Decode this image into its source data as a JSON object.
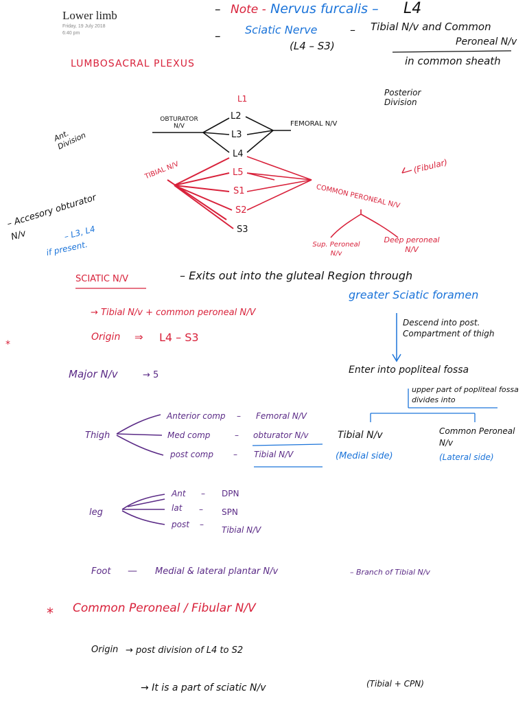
{
  "header": {
    "title": "Lower limb",
    "date": "Friday, 19 July 2018",
    "time": "6:40 pm"
  },
  "note_top": {
    "dash1": "–",
    "note_label": "Note -",
    "nervus": "Nervus furcalis –",
    "nervus_root": "L4",
    "dash2": "–",
    "sciatic_nerve": "Sciatic Nerve",
    "sciatic_dash": "–",
    "sciatic_roots": "(L4 – S3)",
    "tibial_and_common": "Tibial N/v and Common",
    "peroneal": "Peroneal N/v",
    "common_sheath": "in common sheath"
  },
  "plexus": {
    "heading": "LUMBOSACRAL PLEXUS",
    "posterior_division": "Posterior Division",
    "anterior_division": "Ant. Division",
    "roots": [
      "L1",
      "L2",
      "L3",
      "L4",
      "L5",
      "S1",
      "S2",
      "S3"
    ],
    "obturator": "OBTURATOR N/V",
    "femoral": "FEMORAL N/V",
    "tibial": "TIBIAL N/V",
    "common_peroneal": "COMMON PERONEAL N/V",
    "fibular": "(Fibular)",
    "superficial_peroneal": "Sup. Peroneal N/v",
    "deep_peroneal": "Deep peroneal N/V",
    "accessory": "– Accesory obturator N/v",
    "accessory_roots": "– L3, L4",
    "if_present": "if present."
  },
  "sciatic": {
    "heading": "SCIATIC N/V",
    "exits": "– Exits out into the gluteal Region through",
    "foramen": "greater Sciatic foramen",
    "components": "→ Tibial N/v + common peroneal N/V",
    "origin_label": "Origin",
    "origin_arrow": "⇒",
    "origin_value": "L4 – S3",
    "descend": "Descend into post. Compartment of thigh",
    "popliteal": "Enter into popliteal fossa",
    "upper_part": "upper part of popliteal fossa divides into",
    "tibial_branch": "Tibial N/v",
    "tibial_side": "(Medial side)",
    "common_branch": "Common Peroneal N/v",
    "common_side": "(Lateral side)",
    "star": "*"
  },
  "major": {
    "label": "Major N/v",
    "arrow_count": "→ 5"
  },
  "thigh": {
    "label": "Thigh",
    "rows": [
      {
        "comp": "Anterior comp",
        "dash": "–",
        "nerve": "Femoral N/V"
      },
      {
        "comp": "Med comp",
        "dash": "–",
        "nerve": "obturator N/v"
      },
      {
        "comp": "post comp",
        "dash": "–",
        "nerve": "Tibial N/V"
      }
    ]
  },
  "leg": {
    "label": "leg",
    "rows": [
      {
        "comp": "Ant",
        "dash": "–",
        "nerve": "DPN"
      },
      {
        "comp": "lat",
        "dash": "–",
        "nerve": "SPN"
      },
      {
        "comp": "post",
        "dash": "–",
        "nerve": "Tibial N/V"
      }
    ]
  },
  "foot": {
    "label": "Foot",
    "dash": "—",
    "text": "Medial & lateral plantar N/v",
    "branch": "– Branch of Tibial N/v"
  },
  "common_peroneal_section": {
    "star": "*",
    "heading": "Common Peroneal / Fibular N/V",
    "origin_label": "Origin",
    "origin_text": "→ post division of L4 to S2",
    "part_of": "→ It is a part of sciatic N/v",
    "part_of_paren": "(Tibial + CPN)"
  },
  "colors": {
    "red": "#d8213a",
    "blue": "#1a73d9",
    "black": "#111111",
    "purple": "#5a2a86"
  }
}
